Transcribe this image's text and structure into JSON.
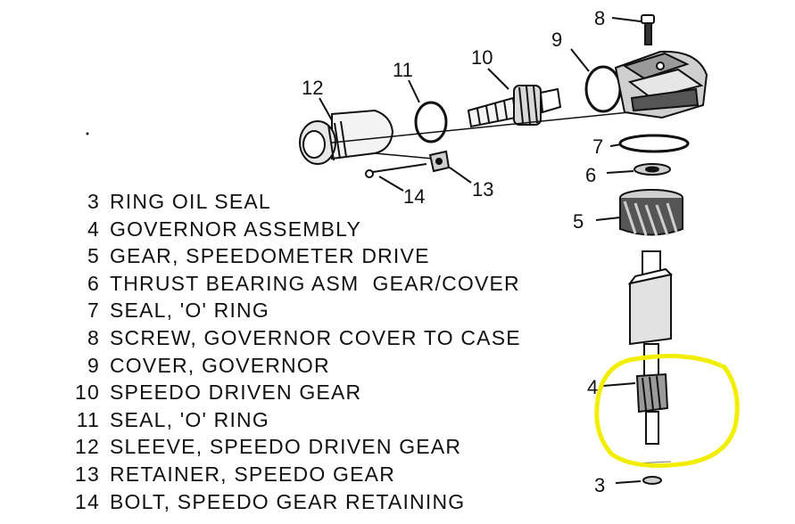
{
  "legend": [
    {
      "num": "3",
      "text": "RING OIL SEAL"
    },
    {
      "num": "4",
      "text": "GOVERNOR ASSEMBLY"
    },
    {
      "num": "5",
      "text": "GEAR, SPEEDOMETER DRIVE"
    },
    {
      "num": "6",
      "text": "THRUST BEARING ASM  GEAR/COVER"
    },
    {
      "num": "7",
      "text": "SEAL, 'O' RING"
    },
    {
      "num": "8",
      "text": "SCREW, GOVERNOR COVER TO CASE"
    },
    {
      "num": "9",
      "text": "COVER, GOVERNOR"
    },
    {
      "num": "10",
      "text": "SPEEDO DRIVEN GEAR"
    },
    {
      "num": "11",
      "text": "SEAL, 'O' RING"
    },
    {
      "num": "12",
      "text": "SLEEVE, SPEEDO DRIVEN GEAR"
    },
    {
      "num": "13",
      "text": "RETAINER, SPEEDO GEAR"
    },
    {
      "num": "14",
      "text": "BOLT, SPEEDO GEAR RETAINING"
    }
  ],
  "callouts": {
    "c3": "3",
    "c4": "4",
    "c5": "5",
    "c6": "6",
    "c7": "7",
    "c8": "8",
    "c9": "9",
    "c10": "10",
    "c11": "11",
    "c12": "12",
    "c13": "13",
    "c14": "14"
  },
  "colors": {
    "highlight": "#f2ee00",
    "ink": "#111111"
  }
}
